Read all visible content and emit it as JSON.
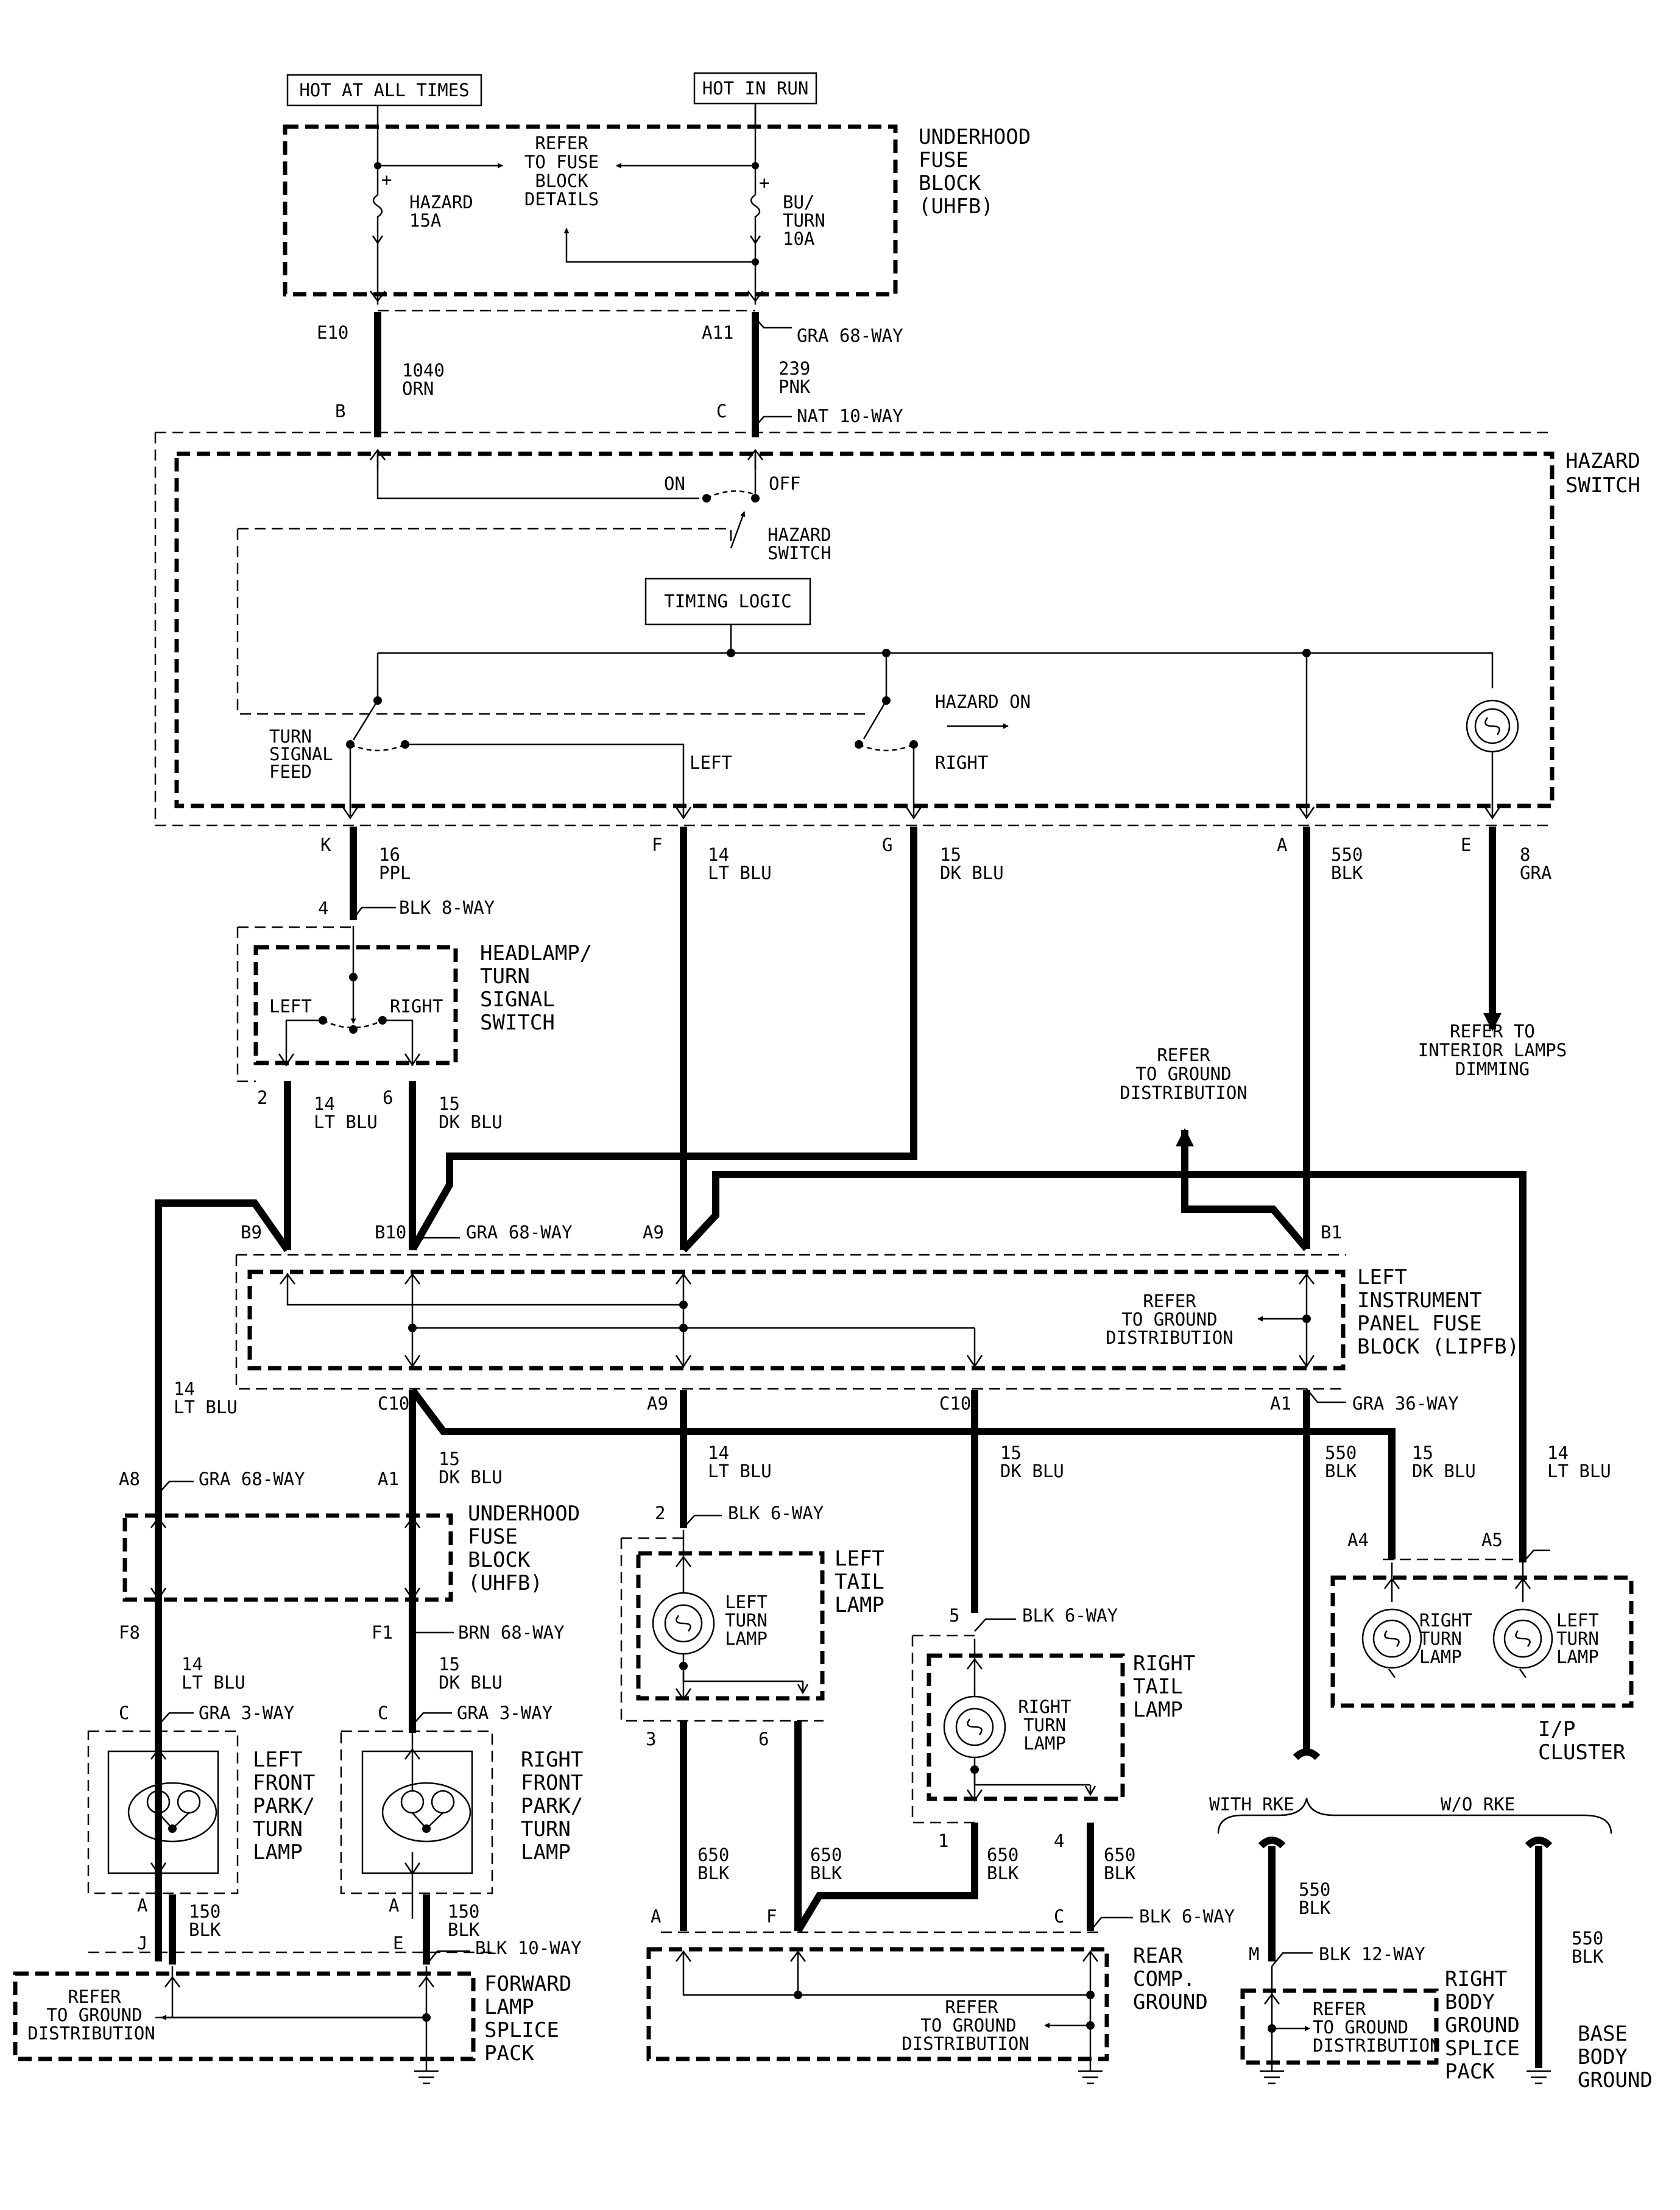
{
  "labels": {
    "hot_all_times": "HOT AT ALL TIMES",
    "hot_in_run": "HOT IN RUN",
    "uhfb_top": [
      "UNDERHOOD",
      "FUSE",
      "BLOCK",
      "(UHFB)"
    ],
    "refer_fuse": [
      "REFER",
      "TO FUSE",
      "BLOCK",
      "DETAILS"
    ],
    "hazard_fuse": [
      "HAZARD",
      "15A"
    ],
    "buturn_fuse": [
      "BU/",
      "TURN",
      "10A"
    ],
    "e10": "E10",
    "a11": "A11",
    "gra68_top": "GRA 68-WAY",
    "w1040": [
      "1040",
      "ORN"
    ],
    "w239": [
      "239",
      "PNK"
    ],
    "pin_b_top": "B",
    "pin_c_top": "C",
    "nat10": "NAT 10-WAY",
    "hazard_switch_title": [
      "HAZARD",
      "SWITCH"
    ],
    "on": "ON",
    "off": "OFF",
    "hazard_switch_inner": [
      "HAZARD",
      "SWITCH"
    ],
    "timing_logic": "TIMING LOGIC",
    "hazard_on": "HAZARD ON",
    "turn_signal_feed": [
      "TURN",
      "SIGNAL",
      "FEED"
    ],
    "left": "LEFT",
    "right": "RIGHT",
    "pin_k": "K",
    "pin_f": "F",
    "pin_g": "G",
    "pin_a": "A",
    "pin_e": "E",
    "w16ppl": [
      "16",
      "PPL"
    ],
    "w14ltblu": [
      "14",
      "LT BLU"
    ],
    "w15dkblu": [
      "15",
      "DK BLU"
    ],
    "w550blk": [
      "550",
      "BLK"
    ],
    "w8gra": [
      "8",
      "GRA"
    ],
    "pin_4": "4",
    "blk8": "BLK 8-WAY",
    "headlamp_switch": [
      "HEADLAMP/",
      "TURN",
      "SIGNAL",
      "SWITCH"
    ],
    "refer_interior": [
      "REFER TO",
      "INTERIOR LAMPS",
      "DIMMING"
    ],
    "refer_ground_dist": [
      "REFER",
      "TO GROUND",
      "DISTRIBUTION"
    ],
    "pin_2": "2",
    "pin_6": "6",
    "b9": "B9",
    "b10": "B10",
    "gra68_mid": "GRA 68-WAY",
    "a9_top": "A9",
    "b1": "B1",
    "lipfb": [
      "LEFT",
      "INSTRUMENT",
      "PANEL FUSE",
      "BLOCK (LIPFB)"
    ],
    "c10": "C10",
    "a9": "A9",
    "c10b": "C10",
    "a1": "A1",
    "gra36": "GRA 36-WAY",
    "a8": "A8",
    "gra68_a8": "GRA 68-WAY",
    "a1_uhfb": "A1",
    "uhfb_mid": [
      "UNDERHOOD",
      "FUSE",
      "BLOCK",
      "(UHFB)"
    ],
    "blk6_2": "BLK 6-WAY",
    "left_tail": [
      "LEFT",
      "TAIL",
      "LAMP"
    ],
    "left_turn_lamp": [
      "LEFT",
      "TURN",
      "LAMP"
    ],
    "pin_5": "5",
    "blk6_5": "BLK 6-WAY",
    "right_tail": [
      "RIGHT",
      "TAIL",
      "LAMP"
    ],
    "right_turn_lamp": [
      "RIGHT",
      "TURN",
      "LAMP"
    ],
    "a4": "A4",
    "a5": "A5",
    "ip_right_turn": [
      "RIGHT",
      "TURN",
      "LAMP"
    ],
    "ip_left_turn": [
      "LEFT",
      "TURN",
      "LAMP"
    ],
    "ip_cluster": [
      "I/P",
      "CLUSTER"
    ],
    "f8": "F8",
    "f1": "F1",
    "brn68": "BRN 68-WAY",
    "pin_c_l": "C",
    "gra3_l": "GRA 3-WAY",
    "pin_c_r": "C",
    "gra3_r": "GRA 3-WAY",
    "lf_lamp": [
      "LEFT",
      "FRONT",
      "PARK/",
      "TURN",
      "LAMP"
    ],
    "rf_lamp": [
      "RIGHT",
      "FRONT",
      "PARK/",
      "TURN",
      "LAMP"
    ],
    "pin_a_l": "A",
    "pin_j": "J",
    "pin_a_r": "A",
    "pin_e_r": "E",
    "w150blk": [
      "150",
      "BLK"
    ],
    "blk10": "BLK 10-WAY",
    "fwd_splice": [
      "FORWARD",
      "LAMP",
      "SPLICE",
      "PACK"
    ],
    "pin_3": "3",
    "pin_6b": "6",
    "pin_1": "1",
    "pin_4b": "4",
    "w650blk": [
      "650",
      "BLK"
    ],
    "pin_a_rc": "A",
    "pin_f_rc": "F",
    "pin_c_rc": "C",
    "blk6_rc": "BLK 6-WAY",
    "rear_ground": [
      "REAR",
      "COMP.",
      "GROUND"
    ],
    "with_rke": "WITH RKE",
    "wo_rke": "W/O RKE",
    "pin_m": "M",
    "blk12": "BLK 12-WAY",
    "rb_splice": [
      "RIGHT",
      "BODY",
      "GROUND",
      "SPLICE",
      "PACK"
    ],
    "base_ground": [
      "BASE",
      "BODY",
      "GROUND"
    ]
  }
}
